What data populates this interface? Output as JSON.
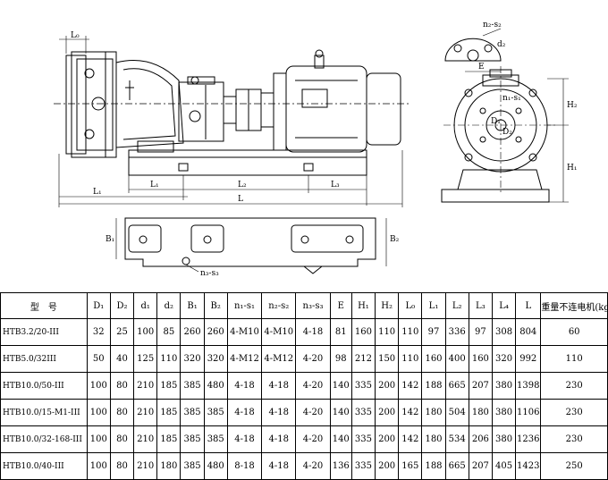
{
  "drawing": {
    "labels": {
      "L0": "L₀",
      "L1": "L₁",
      "L2": "L₂",
      "L3": "L₃",
      "L": "L",
      "B1": "B₁",
      "B2": "B₂",
      "E": "E",
      "H1": "H₁",
      "H2": "H₂",
      "d2": "d₂",
      "D1": "D₁",
      "D2": "D₂",
      "n1s1": "n₁-s₁",
      "n2s2": "n₂-s₂",
      "n3s3": "n₃-s₃"
    }
  },
  "table": {
    "headers": [
      "型　号",
      "D₁",
      "D₂",
      "d₁",
      "d₂",
      "B₁",
      "B₂",
      "n₁-s₁",
      "n₂-s₂",
      "n₃-s₃",
      "E",
      "H₁",
      "H₂",
      "L₀",
      "L₁",
      "L₂",
      "L₃",
      "L₄",
      "L",
      "重量不连电机(kg)"
    ],
    "rows": [
      [
        "HTB3.2/20-III",
        "32",
        "25",
        "100",
        "85",
        "260",
        "260",
        "4-M10",
        "4-M10",
        "4-18",
        "81",
        "160",
        "110",
        "110",
        "97",
        "336",
        "97",
        "308",
        "804",
        "60"
      ],
      [
        "HTB5.0/32III",
        "50",
        "40",
        "125",
        "110",
        "320",
        "320",
        "4-M12",
        "4-M12",
        "4-20",
        "98",
        "212",
        "150",
        "110",
        "160",
        "400",
        "160",
        "320",
        "992",
        "110"
      ],
      [
        "HTB10.0/50-III",
        "100",
        "80",
        "210",
        "185",
        "385",
        "480",
        "4-18",
        "4-18",
        "4-20",
        "140",
        "335",
        "200",
        "142",
        "188",
        "665",
        "207",
        "380",
        "1398",
        "230"
      ],
      [
        "HTB10.0/15-M1-III",
        "100",
        "80",
        "210",
        "185",
        "385",
        "385",
        "4-18",
        "4-18",
        "4-20",
        "140",
        "335",
        "200",
        "142",
        "180",
        "504",
        "180",
        "380",
        "1106",
        "230"
      ],
      [
        "HTB10.0/32-168-III",
        "100",
        "80",
        "210",
        "185",
        "385",
        "385",
        "4-18",
        "4-18",
        "4-20",
        "140",
        "335",
        "200",
        "142",
        "180",
        "534",
        "206",
        "380",
        "1236",
        "230"
      ],
      [
        "HTB10.0/40-III",
        "100",
        "80",
        "210",
        "180",
        "385",
        "480",
        "8-18",
        "4-18",
        "4-20",
        "136",
        "335",
        "200",
        "165",
        "188",
        "665",
        "207",
        "405",
        "1423",
        "250"
      ]
    ]
  }
}
